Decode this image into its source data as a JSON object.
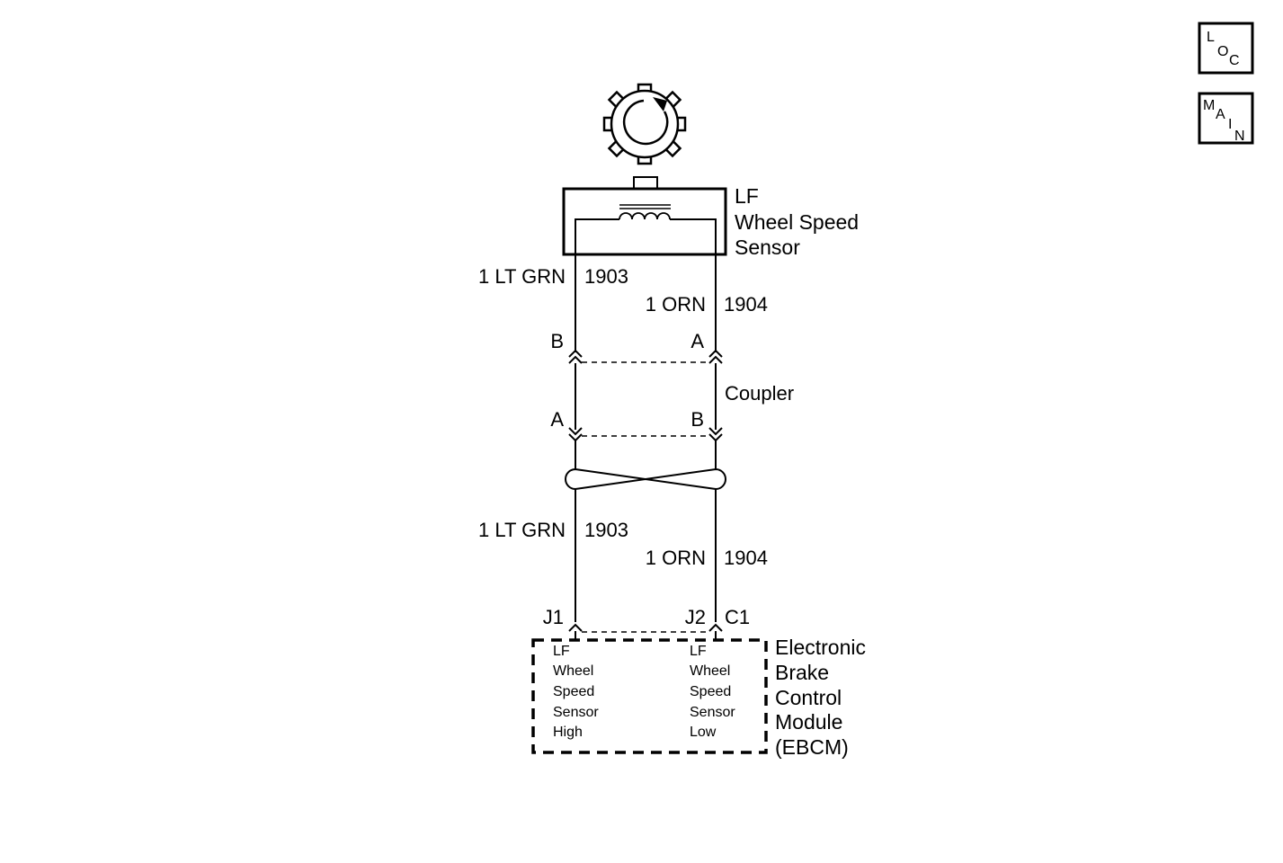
{
  "nav": {
    "loc": [
      "L",
      "O",
      "C"
    ],
    "main": [
      "M",
      "A",
      "I",
      "N"
    ]
  },
  "sensor": {
    "name_lines": [
      "LF",
      "Wheel Speed",
      "Sensor"
    ]
  },
  "wires_upper": {
    "left": {
      "color_label": "1 LT GRN",
      "circuit": "1903"
    },
    "right": {
      "color_label": "1 ORN",
      "circuit": "1904"
    }
  },
  "coupler": {
    "label": "Coupler",
    "top_left_pin": "B",
    "top_right_pin": "A",
    "bottom_left_pin": "A",
    "bottom_right_pin": "B"
  },
  "wires_lower": {
    "left": {
      "color_label": "1 LT GRN",
      "circuit": "1903"
    },
    "right": {
      "color_label": "1 ORN",
      "circuit": "1904"
    }
  },
  "module": {
    "pin_left": "J1",
    "pin_right": "J2",
    "connector": "C1",
    "name_lines": [
      "Electronic",
      "Brake",
      "Control",
      "Module",
      "(EBCM)"
    ],
    "inputs": [
      {
        "lines": [
          "LF",
          "Wheel",
          "Speed",
          "Sensor",
          "High"
        ]
      },
      {
        "lines": [
          "LF",
          "Wheel",
          "Speed",
          "Sensor",
          "Low"
        ]
      }
    ]
  }
}
